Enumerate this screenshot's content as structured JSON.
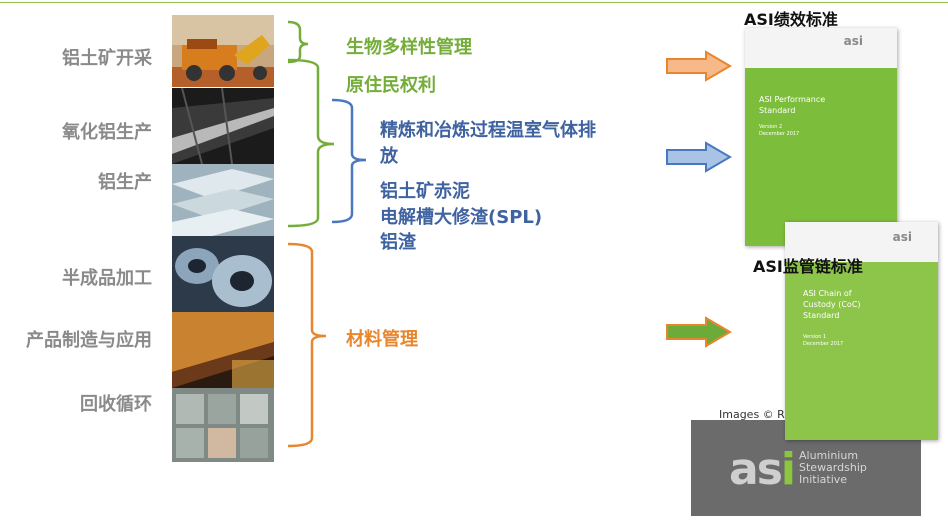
{
  "stages": [
    "铝土矿开采",
    "氧化铝生产",
    "铝生产",
    "半成品加工",
    "产品制造与应用",
    "回收循环"
  ],
  "issues": {
    "biodiversity": "生物多样性管理",
    "indigenous": "原住民权利",
    "ghg_line1": "精炼和冶炼过程温室气体排",
    "ghg_line2": "放",
    "red_mud": "铝土矿赤泥",
    "spl": "电解槽大修渣(SPL)",
    "dross": "铝渣",
    "materials": "材料管理"
  },
  "standards": {
    "performance_title": "ASI绩效标准",
    "coc_title": "ASI监管链标准",
    "performance_cover_text": "ASI Performance\nStandard",
    "performance_cover_version": "Version 2\nDecember 2017",
    "coc_cover_text": "ASI Chain of\nCustody (CoC)\nStandard",
    "coc_cover_version": "Version 1\nDecember 2017",
    "cover_logo": "asi"
  },
  "credit": "Images © Ri",
  "asi_logo": {
    "mark_a": "as",
    "mark_i": "i",
    "line1": "Aluminium",
    "line2": "Stewardship",
    "line3": "Initiative"
  },
  "colors": {
    "green": "#74ad3a",
    "blue": "#3f63a0",
    "orange": "#e8862e",
    "stage_gray": "#8a8a8a"
  },
  "icons": [
    "arrow-right-icon"
  ]
}
